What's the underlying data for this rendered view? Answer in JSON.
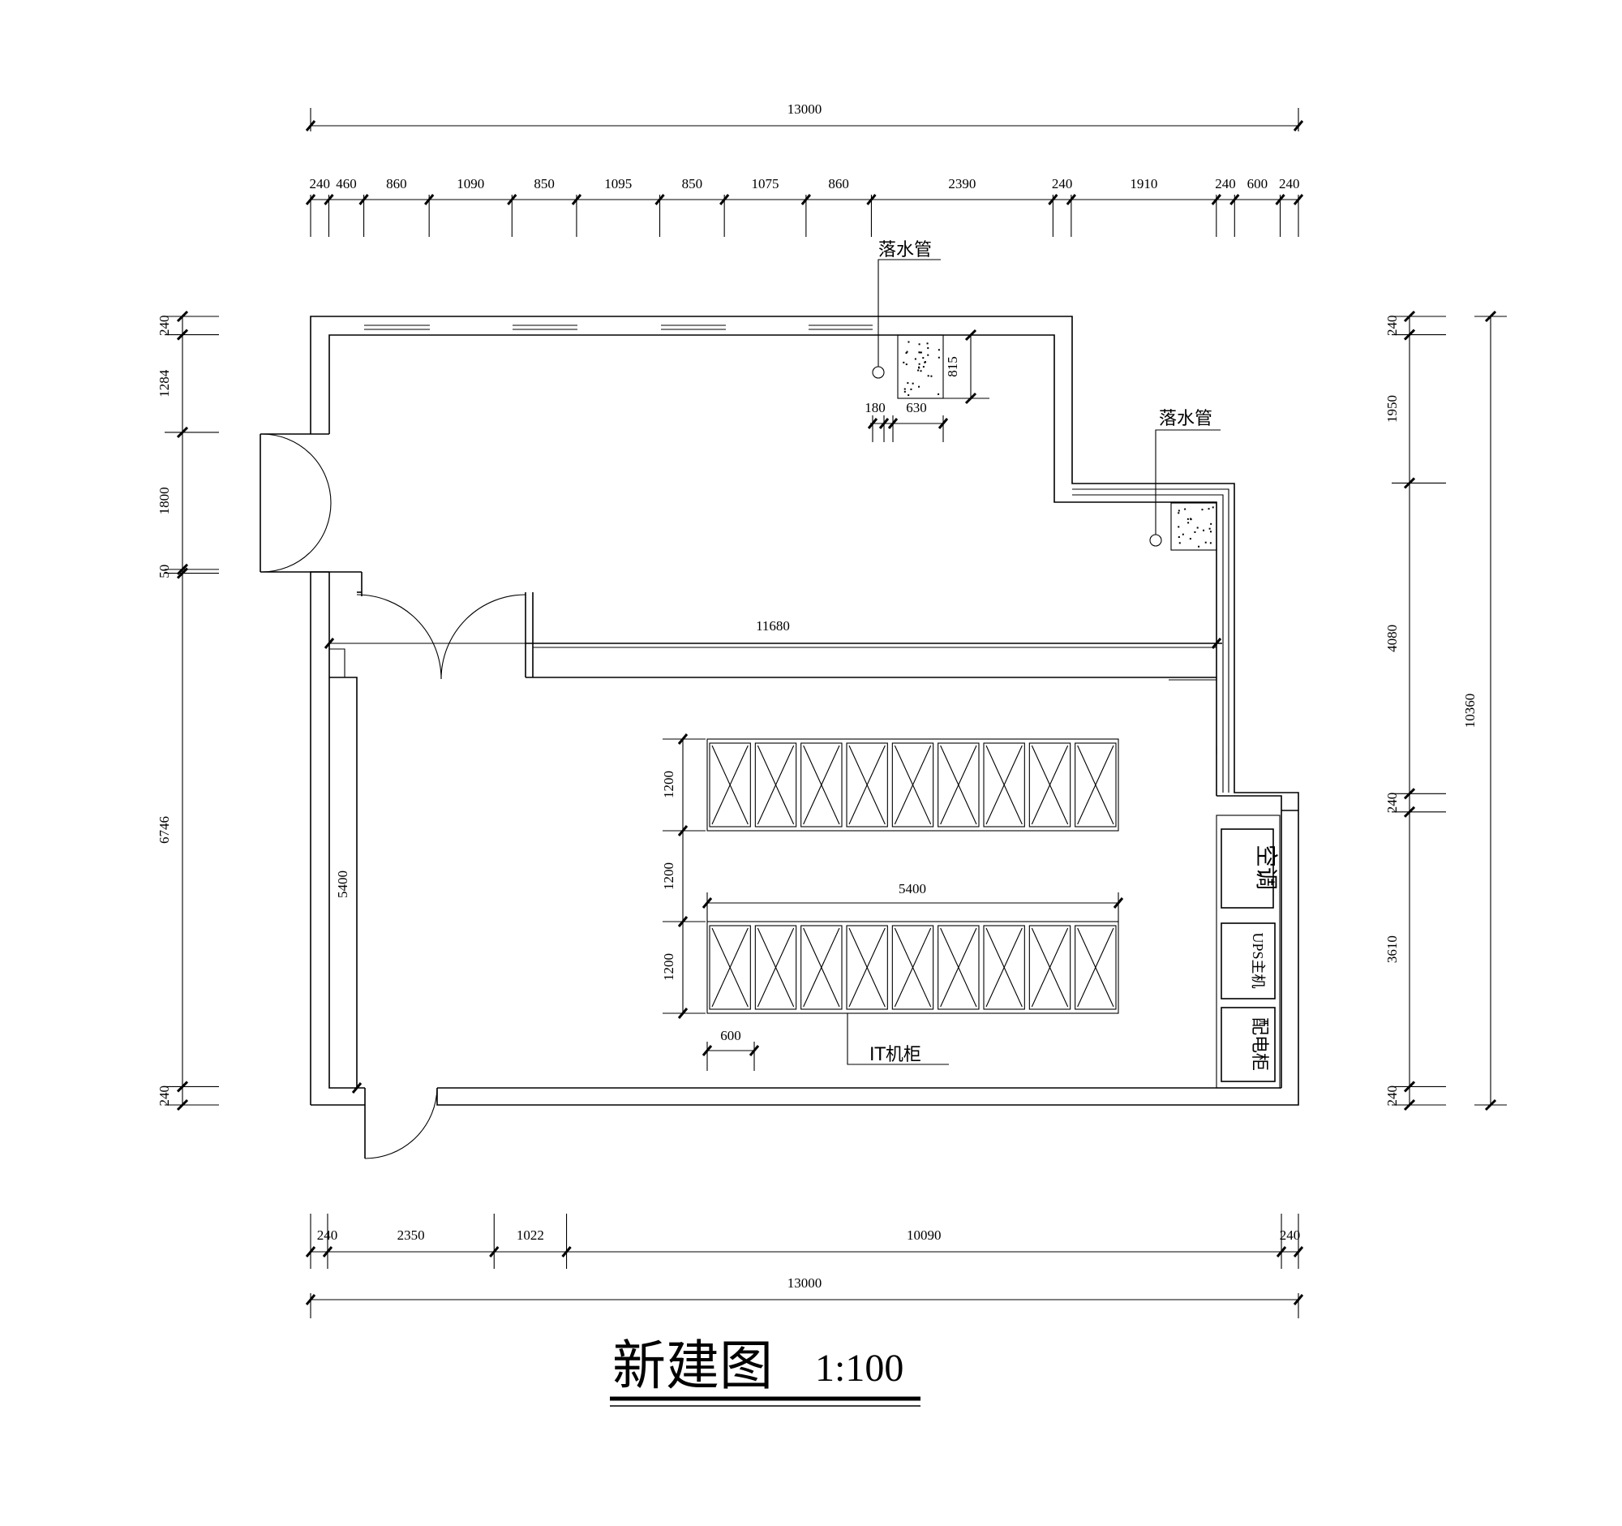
{
  "title": {
    "name": "新建图",
    "scale": "1:100"
  },
  "labels": {
    "downpipe_1": "落水管",
    "downpipe_2": "落水管",
    "ac_unit": "空调",
    "ups_host": "UPS主机",
    "power_cabinet": "配电柜",
    "it_cabinet": "IT机柜"
  },
  "dimensions": {
    "top_total": "13000",
    "top_segments": [
      "240",
      "460",
      "860",
      "1090",
      "850",
      "1095",
      "850",
      "1075",
      "860",
      "2390",
      "240",
      "1910",
      "240",
      "600",
      "240"
    ],
    "bottom_segments": [
      "240",
      "2350",
      "1022",
      "10090",
      "240"
    ],
    "bottom_total": "13000",
    "left_segments": [
      "240",
      "1284",
      "1800",
      "50",
      "6746",
      "240"
    ],
    "right_segments": [
      "240",
      "1950",
      "4080",
      "240",
      "3610",
      "240"
    ],
    "right_total": "10360",
    "inner_width": "11680",
    "inner_left": "5400",
    "shaft_height": "815",
    "shaft_width": "630",
    "pipe_offset": "180",
    "rack_row1_depth": "1200",
    "rack_aisle": "1200",
    "rack_row2_depth": "1200",
    "rack_row_length": "5400",
    "rack_unit_width": "600"
  },
  "it_racks": {
    "row_count": 2,
    "per_row": 9
  },
  "colors": {
    "line": "#000000",
    "background": "#ffffff"
  }
}
